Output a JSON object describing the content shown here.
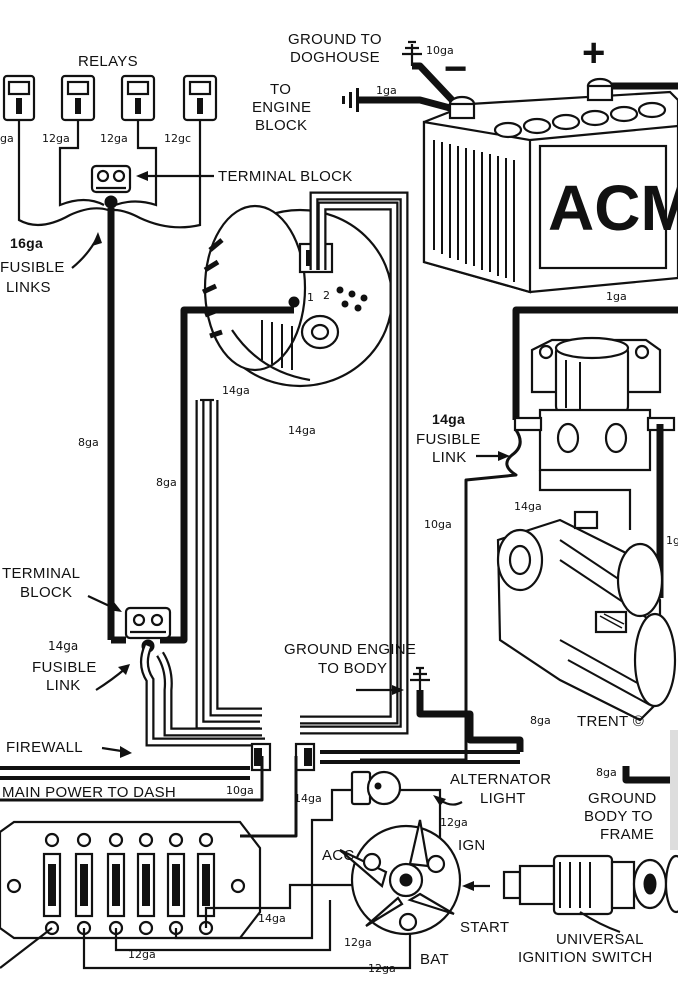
{
  "labels": {
    "relays": "RELAYS",
    "ground_to_doghouse_1": "GROUND TO",
    "ground_to_doghouse_2": "DOGHOUSE",
    "to_engine_block_1": "TO",
    "to_engine_block_2": "ENGINE",
    "to_engine_block_3": "BLOCK",
    "terminal_block_top": "TERMINAL BLOCK",
    "fusible_links_size": "16ga",
    "fusible_links_1": "FUSIBLE",
    "fusible_links_2": "LINKS",
    "battery_brand": "ACM",
    "plus_sign": "+",
    "minus_sign": "−",
    "fusible_link_right_size": "14ga",
    "fusible_link_right_1": "FUSIBLE",
    "fusible_link_right_2": "LINK",
    "terminal_block_left_1": "TERMINAL",
    "terminal_block_left_2": "BLOCK",
    "fusible_link_left_size": "14ga",
    "fusible_link_left_1": "FUSIBLE",
    "fusible_link_left_2": "LINK",
    "ground_engine_body_1": "GROUND ENGINE",
    "ground_engine_body_2": "TO BODY",
    "trent": "TRENT ©",
    "firewall": "FIREWALL",
    "main_power_dash": "MAIN POWER TO DASH",
    "alternator_light_1": "ALTERNATOR",
    "alternator_light_2": "LIGHT",
    "ground_body_frame_1": "GROUND",
    "ground_body_frame_2": "BODY TO",
    "ground_body_frame_3": "FRAME",
    "acc": "ACC",
    "ign": "IGN",
    "start": "START",
    "bat": "BAT",
    "universal_switch_1": "UNIVERSAL",
    "universal_switch_2": "IGNITION SWITCH",
    "alt_terminal_1": "1",
    "alt_terminal_2": "2"
  },
  "gauges": {
    "relay_left": "ga",
    "relay_1": "12ga",
    "relay_2": "12ga",
    "relay_3": "12gc",
    "doghouse": "10ga",
    "engine_block": "1ga",
    "battery_solenoid": "1ga",
    "alt_14ga_a": "14ga",
    "alt_14ga_b": "14ga",
    "main_8ga_a": "8ga",
    "main_8ga_b": "8ga",
    "starter_10ga": "10ga",
    "starter_14ga": "14ga",
    "right_edge": "1g",
    "ground_8ga": "8ga",
    "frame_8ga": "8ga",
    "dash_10ga": "10ga",
    "light_14ga": "14ga",
    "ign_12ga": "12ga",
    "switch_14ga": "14ga",
    "switch_12ga_a": "12ga",
    "switch_12ga_b": "12ga",
    "switch_12ga_c": "12ga"
  }
}
